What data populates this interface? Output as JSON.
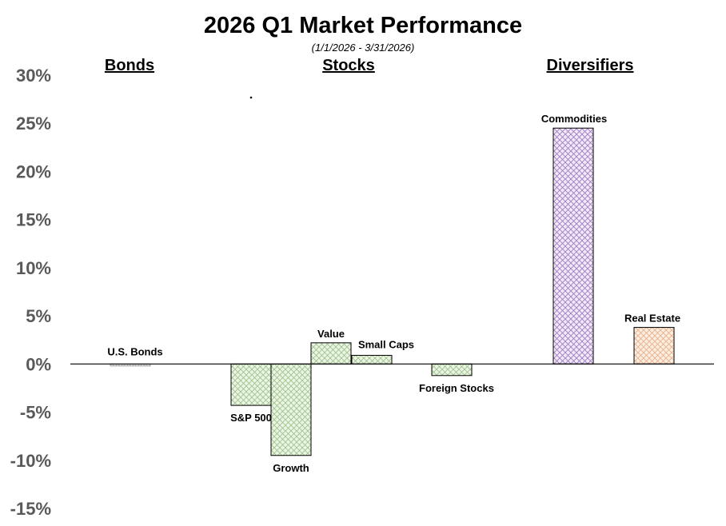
{
  "chart_data": {
    "type": "bar",
    "title": "2026 Q1 Market Performance",
    "subtitle": "(1/1/2026 - 3/31/2026)",
    "groups": [
      "Bonds",
      "Stocks",
      "Diversifiers"
    ],
    "categories": [
      "U.S. Bonds",
      "S&P 500",
      "Growth",
      "Value",
      "Small Caps",
      "Foreign Stocks",
      "Commodities",
      "Real Estate"
    ],
    "category_groups": [
      "Bonds",
      "Stocks",
      "Stocks",
      "Stocks",
      "Stocks",
      "Stocks",
      "Diversifiers",
      "Diversifiers"
    ],
    "values": [
      -0.2,
      -4.3,
      -9.5,
      2.2,
      0.9,
      -1.2,
      24.5,
      3.8
    ],
    "bar_colors": [
      "#b4b4b4",
      "#9ec38a",
      "#9ec38a",
      "#9ec38a",
      "#9ec38a",
      "#9ec38a",
      "#a07cc0",
      "#eab08a"
    ],
    "bar_fills": [
      "#f2f2f2",
      "#edf5e6",
      "#edf5e6",
      "#edf5e6",
      "#edf5e6",
      "#edf5e6",
      "#f1e9f7",
      "#fbeee2"
    ],
    "ylim": [
      -15,
      30
    ],
    "yticks": [
      30,
      25,
      20,
      15,
      10,
      5,
      0,
      -5,
      -10,
      -15
    ],
    "ytick_labels": [
      "30%",
      "25%",
      "20%",
      "15%",
      "10%",
      "5%",
      "0%",
      "-5%",
      "-10%",
      "-15%"
    ],
    "xlabel": "",
    "ylabel": "",
    "grid": false,
    "legend": "none"
  }
}
